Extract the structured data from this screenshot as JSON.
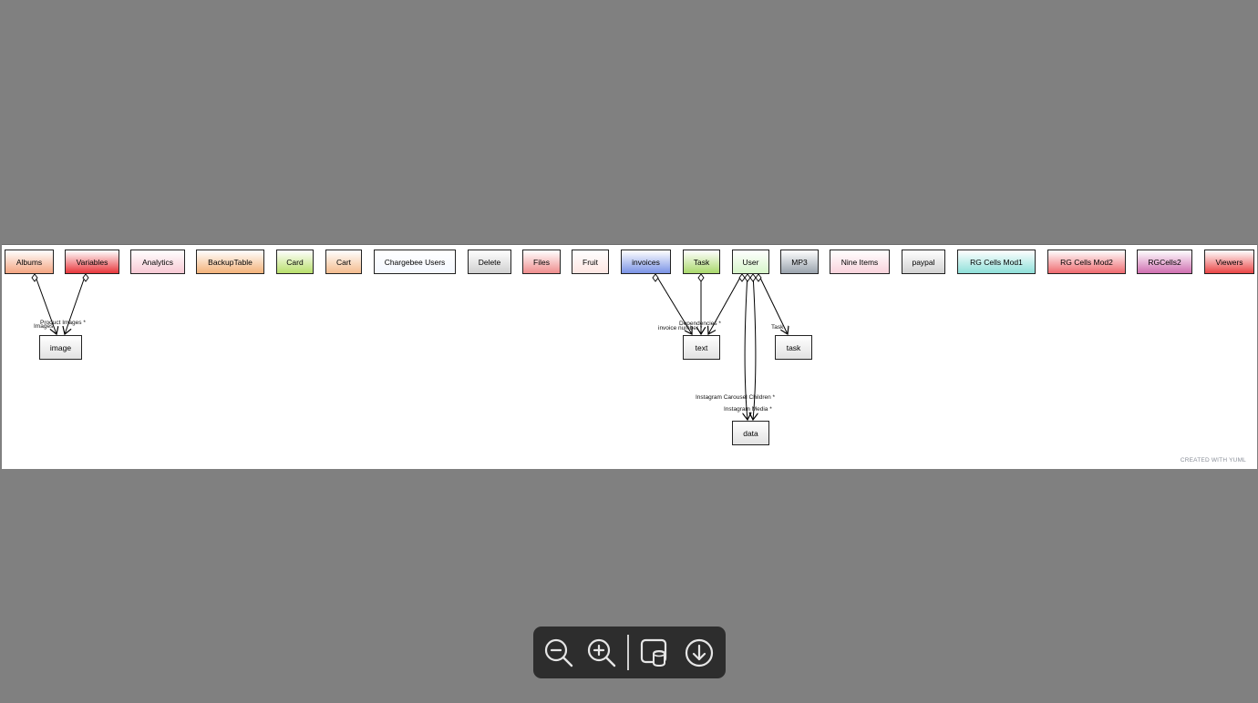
{
  "diagram": {
    "top_nodes": [
      {
        "label": "Albums",
        "color": "#f4a582"
      },
      {
        "label": "Variables",
        "color": "#e8363b"
      },
      {
        "label": "Analytics",
        "color": "#f8c9d4"
      },
      {
        "label": "BackupTable",
        "color": "#f3b27a"
      },
      {
        "label": "Card",
        "color": "#b8df6b"
      },
      {
        "label": "Cart",
        "color": "#f4bc8f"
      },
      {
        "label": "Chargebee Users",
        "color": "#f4f8ff"
      },
      {
        "label": "Delete",
        "color": "#d0d0d0"
      },
      {
        "label": "Files",
        "color": "#ef8e8e"
      },
      {
        "label": "Fruit",
        "color": "#fde6e2"
      },
      {
        "label": "invoices",
        "color": "#7a93e6"
      },
      {
        "label": "Task",
        "color": "#a9d86b"
      },
      {
        "label": "User",
        "color": "#d6f5c9"
      },
      {
        "label": "MP3",
        "color": "#9aa3ad"
      },
      {
        "label": "Nine Items",
        "color": "#f9d3dc"
      },
      {
        "label": "paypal",
        "color": "#d2d2d2"
      },
      {
        "label": "RG Cells Mod1",
        "color": "#8fe0d9"
      },
      {
        "label": "RG Cells Mod2",
        "color": "#ef6a6f"
      },
      {
        "label": "RGCells2",
        "color": "#cf6fb0"
      },
      {
        "label": "Viewers",
        "color": "#ea4545"
      }
    ],
    "lower_nodes": [
      {
        "label": "image",
        "color": "#e2e2e2"
      },
      {
        "label": "text",
        "color": "#e2e2e2"
      },
      {
        "label": "task",
        "color": "#e2e2e2"
      },
      {
        "label": "data",
        "color": "#e2e2e2"
      }
    ],
    "edge_labels": [
      "Images",
      "Product Images *",
      "invoice number *",
      "Dependencies *",
      "Task",
      "Instagram Carousel Children *",
      "Instagram Media *"
    ],
    "watermark": "CREATED WITH YUML"
  },
  "toolbar": {
    "buttons": [
      {
        "name": "zoom-out",
        "icon": "zoom-out-icon"
      },
      {
        "name": "zoom-in",
        "icon": "zoom-in-icon"
      },
      {
        "name": "fit",
        "icon": "fit-screen-icon"
      },
      {
        "name": "download",
        "icon": "download-icon"
      }
    ]
  }
}
